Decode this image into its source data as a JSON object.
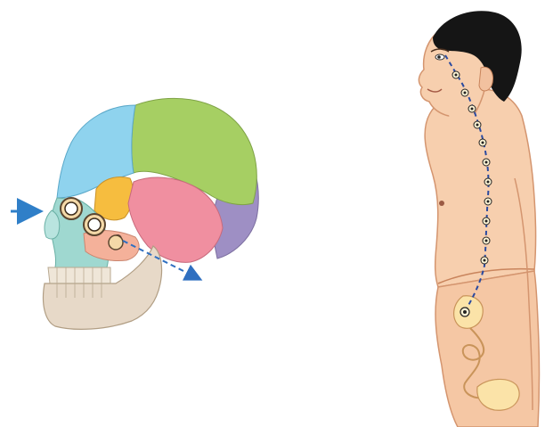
{
  "figure": {
    "panels": [
      {
        "name": "skull-lateral-view",
        "regions": [
          "frontal-bone",
          "parietal-bone",
          "occipital-bone",
          "sphenoid-bone",
          "temporal-bone",
          "zygomatic-bone",
          "maxilla",
          "mandible",
          "nasal-bone",
          "eye-sockets"
        ]
      },
      {
        "name": "human-torso-side-view",
        "regions": [
          "head",
          "hair",
          "torso",
          "abdomen",
          "spinal-path",
          "stomach-and-intestine"
        ]
      }
    ],
    "arrows": [
      {
        "name": "entry-arrow",
        "color": "#2f7fc8",
        "style": "solid"
      },
      {
        "name": "exit-arrow",
        "color": "#2f6fc0",
        "style": "dashed"
      },
      {
        "name": "spinal-path-line",
        "color": "#2a4aa0",
        "style": "dashed"
      }
    ],
    "colors": {
      "frontal": "#8fd3ee",
      "parietal": "#a6cf63",
      "occipital": "#9e8fc4",
      "sphenoid": "#f6bd3f",
      "temporal": "#f08fa0",
      "face": "#9fd8d0",
      "mandible": "#e7d9c8",
      "skin": "#f7cfae",
      "skin_outline": "#d4956f",
      "hair": "#151515"
    }
  }
}
